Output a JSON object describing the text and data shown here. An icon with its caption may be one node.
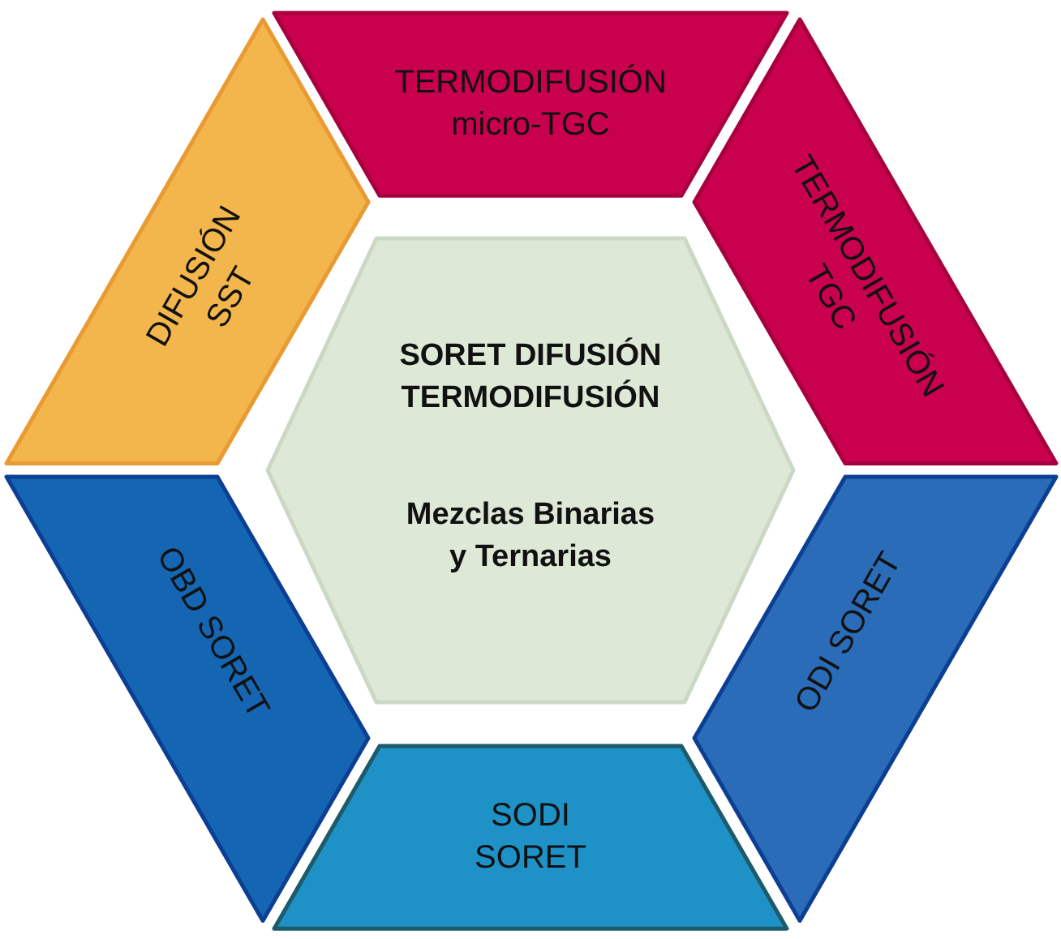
{
  "diagram": {
    "nodes": [
      {
        "text": [
          "TERMODIFUSIÓN micro-TGC"
        ]
      },
      {
        "text": [
          "DIFUSIÓN SST"
        ]
      },
      {
        "text": [
          "TERMODIFUSIÓN TGC"
        ]
      },
      {
        "text": [
          "SORET DIFUSIÓN TERMODIFUSIÓN",
          "Mezclas Binarias y Ternarias"
        ]
      },
      {
        "text": [
          "OBD SORET"
        ]
      },
      {
        "text": [
          "ODI SORET"
        ]
      },
      {
        "text": [
          "SODI SORET"
        ]
      }
    ]
  }
}
